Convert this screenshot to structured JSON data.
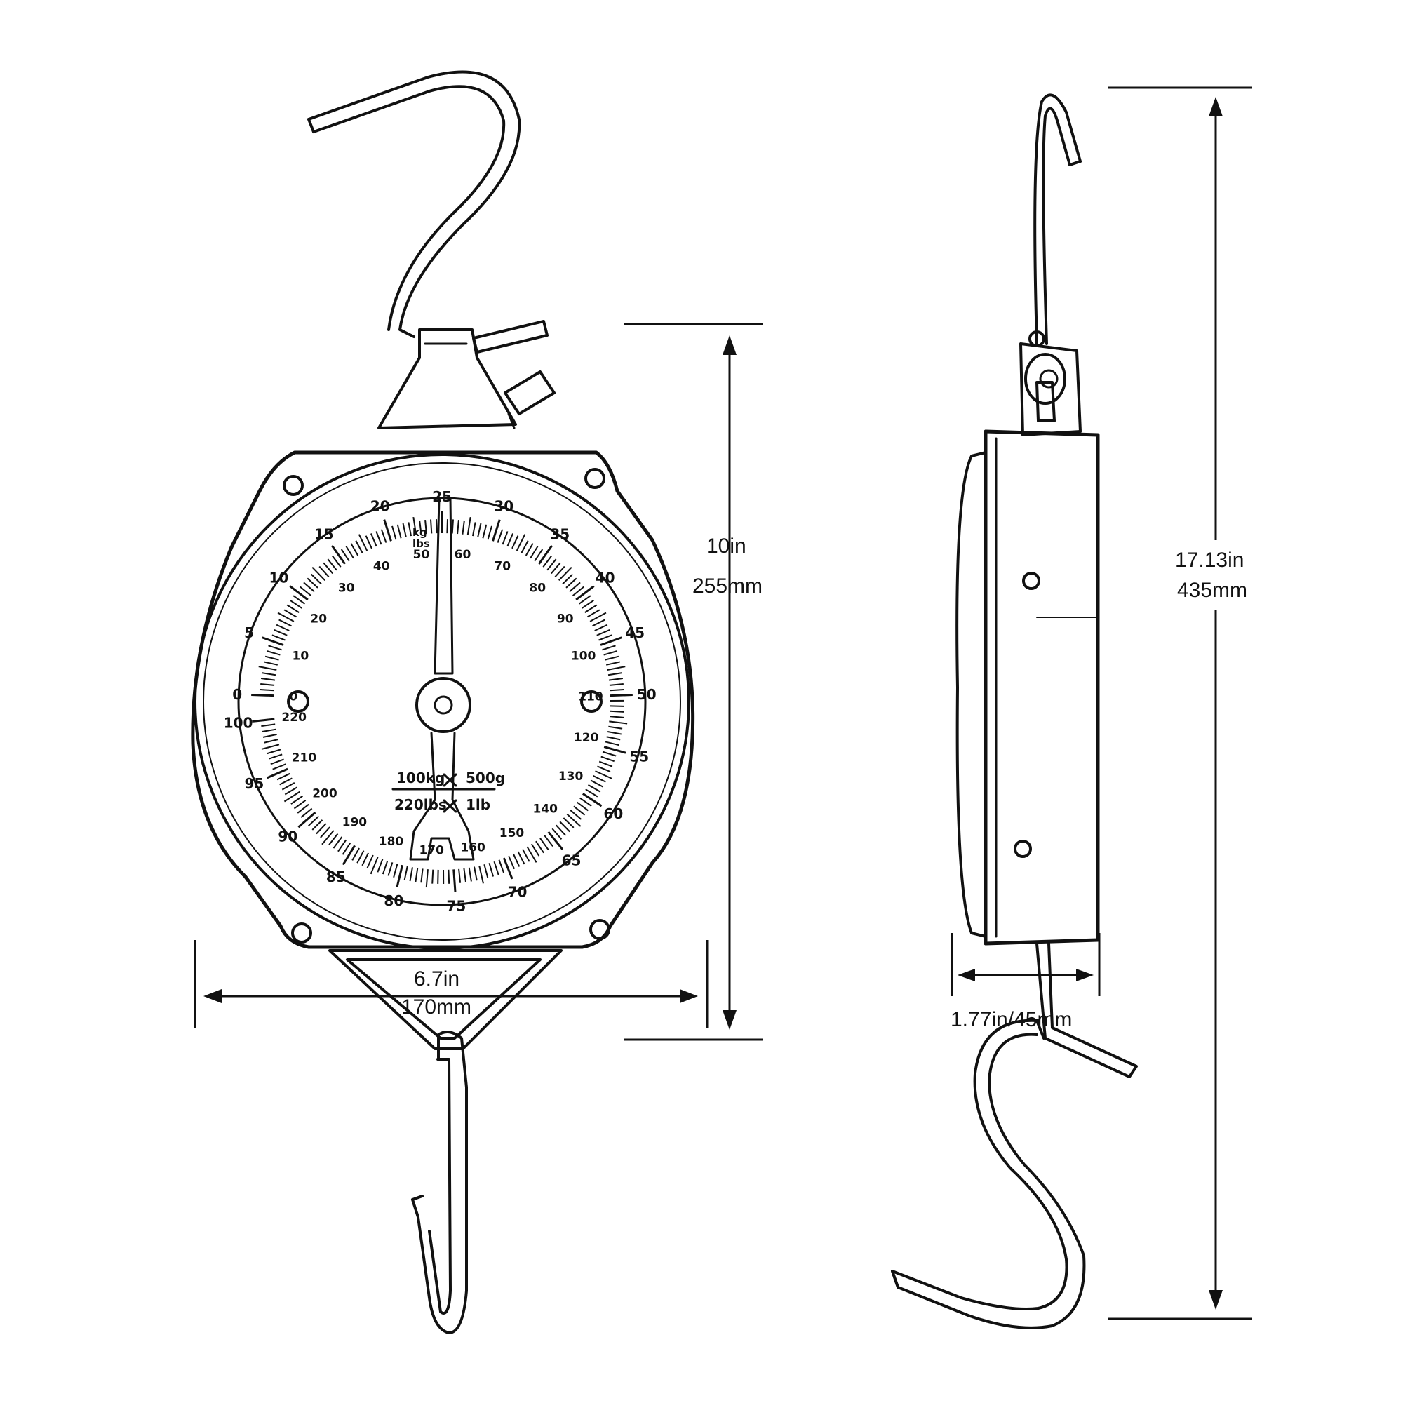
{
  "dimensions": {
    "front_height_in": "10in",
    "front_height_mm": "255mm",
    "front_width_in": "6.7in",
    "front_width_mm": "170mm",
    "total_height_in": "17.13in",
    "total_height_mm": "435mm",
    "depth": "1.77in/45mm"
  },
  "dial": {
    "kg_labels": [
      "0",
      "5",
      "10",
      "15",
      "20",
      "25",
      "30",
      "35",
      "40",
      "45",
      "50",
      "55",
      "60",
      "65",
      "70",
      "75",
      "80",
      "85",
      "90",
      "95",
      "100"
    ],
    "lb_labels": [
      "0",
      "10",
      "20",
      "30",
      "40",
      "50",
      "60",
      "70",
      "80",
      "90",
      "100",
      "110",
      "120",
      "130",
      "140",
      "150",
      "160",
      "170",
      "180",
      "190",
      "200",
      "210",
      "220"
    ],
    "unit_kg": "kg",
    "unit_lbs": "lbs",
    "capacity_kg": "100kg",
    "division_kg": "500g",
    "capacity_lb": "220lbs",
    "division_lb": "1lb"
  }
}
